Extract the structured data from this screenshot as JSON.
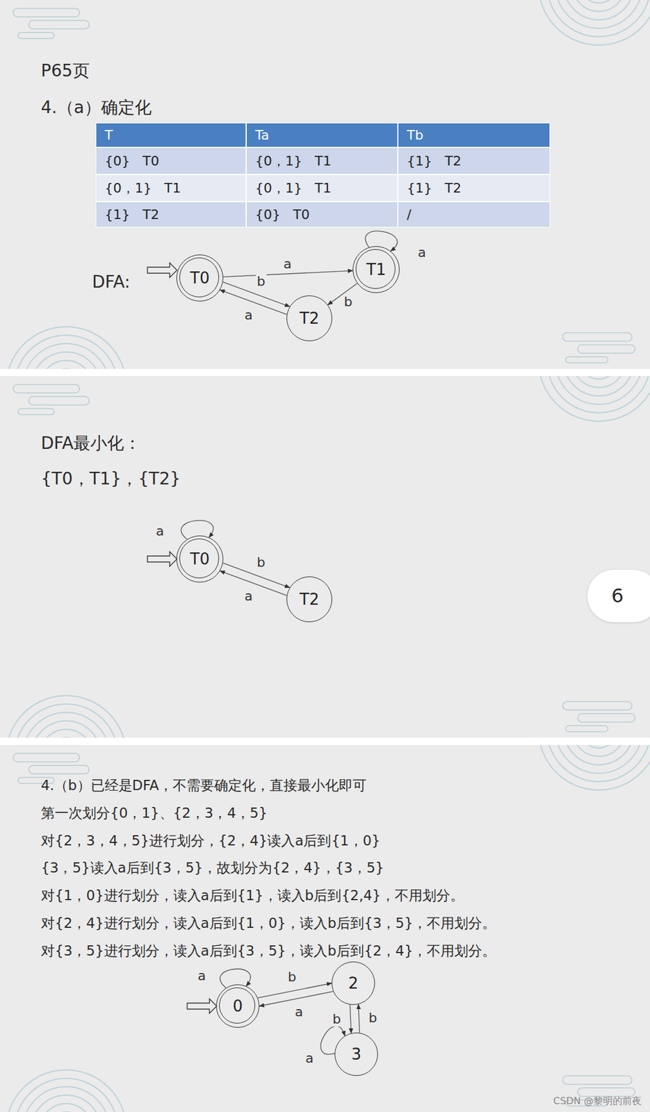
{
  "diagram": {
    "nodes": [
      {
        "text": [
          "T0"
        ]
      },
      {
        "text": [
          "T1"
        ]
      },
      {
        "text": [
          "T2"
        ]
      },
      {
        "text": [
          "T0"
        ]
      },
      {
        "text": [
          "T2"
        ]
      },
      {
        "text": [
          "0"
        ]
      },
      {
        "text": [
          "2"
        ]
      },
      {
        "text": [
          "3"
        ]
      }
    ],
    "edges": [
      {
        "from": 0,
        "to": 1,
        "label": "a",
        "arrow": "to"
      },
      {
        "from": 0,
        "to": 2,
        "label": "b",
        "arrow": "to"
      },
      {
        "from": 2,
        "to": 0,
        "label": "a",
        "arrow": "to"
      },
      {
        "from": 1,
        "to": 2,
        "label": "b",
        "arrow": "to"
      },
      {
        "from": 1,
        "to": 1,
        "label": "a",
        "arrow": "to"
      },
      {
        "from": 3,
        "to": 3,
        "label": "a",
        "arrow": "to"
      },
      {
        "from": 3,
        "to": 4,
        "label": "b",
        "arrow": "to"
      },
      {
        "from": 4,
        "to": 3,
        "label": "a",
        "arrow": "to"
      },
      {
        "from": 5,
        "to": 5,
        "label": "a",
        "arrow": "to"
      },
      {
        "from": 5,
        "to": 6,
        "label": "b",
        "arrow": "to"
      },
      {
        "from": 6,
        "to": 5,
        "label": "a",
        "arrow": "to"
      },
      {
        "from": 6,
        "to": 7,
        "label": "b",
        "arrow": "to"
      },
      {
        "from": 7,
        "to": 6,
        "label": "b",
        "arrow": "to"
      },
      {
        "from": 7,
        "to": 7,
        "label": "a",
        "arrow": "to"
      }
    ],
    "labels": [
      "P65页",
      "4.（a）确定化",
      "T",
      "Ta",
      "Tb",
      "{0}   T0",
      "{0，1}   T1",
      "{1}   T2",
      "{0，1}   T1",
      "{0，1}   T1",
      "{1}   T2",
      "{1}   T2",
      "{0}   T0",
      "/",
      "DFA:",
      "DFA最小化：",
      "{T0，T1}，{T2}",
      "6",
      "4.（b）已经是DFA，不需要确定化，直接最小化即可",
      "第一次划分{0，1}、{2，3，4，5}",
      "对{2，3，4，5}进行划分，{2，4}读入a后到{1，0}",
      "{3，5}读入a后到{3，5}，故划分为{2，4}，{3，5}",
      "对{1，0}进行划分，读入a后到{1}，读入b后到{2,4}，不用划分。",
      "对{2，4}进行划分，读入a后到{1，0}，读入b后到{3，5}，不用划分。",
      "对{3，5}进行划分，读入a后到{3，5}，读入b后到{2，4}，不用划分。",
      "CSDN @黎明的前夜"
    ]
  }
}
